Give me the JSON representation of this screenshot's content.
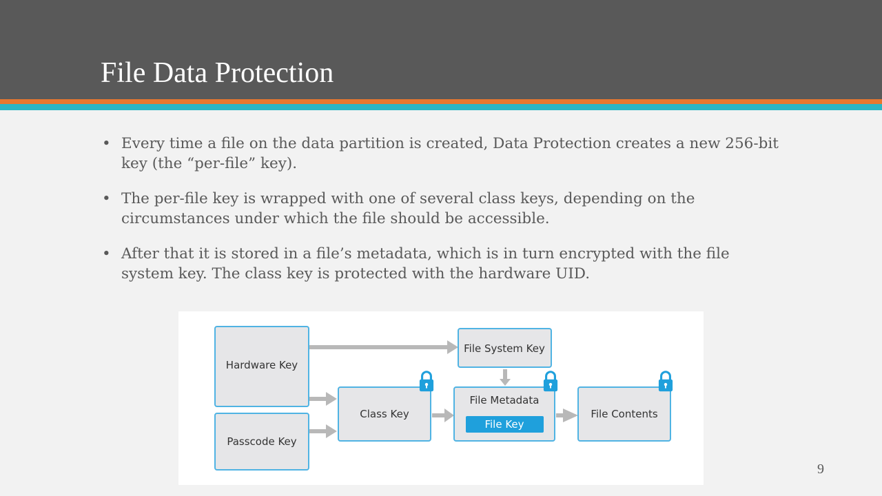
{
  "slide": {
    "title": "File Data Protection",
    "page_number": "9",
    "bullets": [
      "Every time a file on the data partition is created, Data Protection creates a new 256-bit key (the “per-file” key).",
      "The per-file key is wrapped with one of several class keys, depending on the circumstances under which the file should be accessible.",
      "After that it is stored in a file’s metadata, which is in turn encrypted with the file system key. The class key is protected with the hardware UID."
    ],
    "bullet_glyph": "•"
  },
  "diagram": {
    "boxes": {
      "hardware_key": "Hardware Key",
      "passcode_key": "Passcode Key",
      "file_system_key": "File System Key",
      "class_key": "Class Key",
      "file_metadata": "File Metadata",
      "file_key": "File Key",
      "file_contents": "File Contents"
    },
    "icons": [
      "lock-icon",
      "arrow-icon"
    ],
    "colors": {
      "box_border": "#4fb3e3",
      "box_fill": "#e6e6e8",
      "file_key_fill": "#1fa0dc",
      "lock": "#1fa0dc",
      "arrow": "#b8b8b8"
    }
  },
  "theme": {
    "header_bg": "#595959",
    "stripe_orange": "#e8772e",
    "stripe_teal": "#2bb5c4",
    "body_bg": "#f2f2f2",
    "text": "#595959"
  }
}
